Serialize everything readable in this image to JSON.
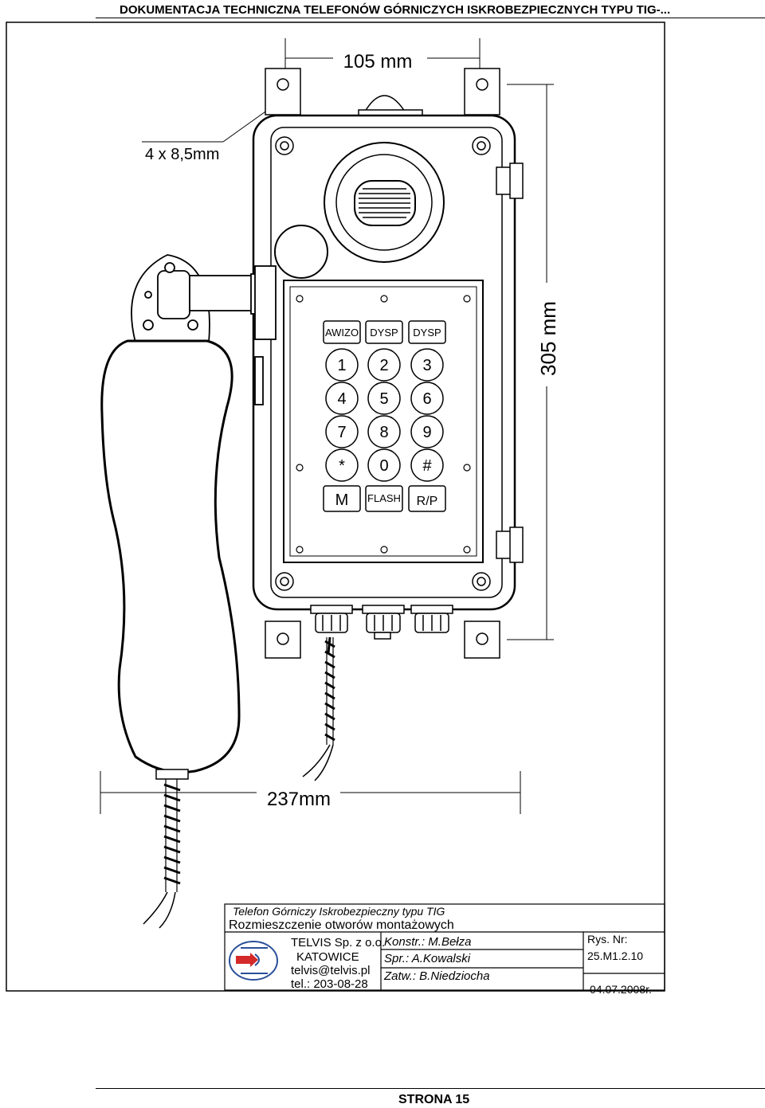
{
  "header": {
    "title": "DOKUMENTACJA TECHNICZNA TELEFONÓW GÓRNICZYCH ISKROBEZPIECZNYCH TYPU TIG-..."
  },
  "dimensions": {
    "width": "105 mm",
    "height": "305 mm",
    "holes": "4 x 8,5mm",
    "depth": "237mm"
  },
  "keypad": {
    "rows": [
      [
        "AWIZO",
        "DYSP",
        "DYSP"
      ],
      [
        "1",
        "2",
        "3"
      ],
      [
        "4",
        "5",
        "6"
      ],
      [
        "7",
        "8",
        "9"
      ],
      [
        "*",
        "0",
        "#"
      ],
      [
        "M",
        "FLASH",
        "R/P"
      ]
    ]
  },
  "title_block": {
    "title": "Telefon Górniczy Iskrobezpieczny typu TIG",
    "subtitle": "Rozmieszczenie otworów montażowych",
    "company": "TELVIS Sp. z o.o.",
    "city": "KATOWICE",
    "email": "telvis@telvis.pl",
    "phone": "tel.: 203-08-28",
    "konstr": "Konstr.: M.Bełza",
    "spr": "Spr.:    A.Kowalski",
    "zatw": "Zatw.: B.Niedziocha",
    "rys_label": "Rys. Nr:",
    "rys_nr": "25.M1.2.10",
    "date": "04.07.2008r."
  },
  "footer": {
    "page": "STRONA 15"
  }
}
